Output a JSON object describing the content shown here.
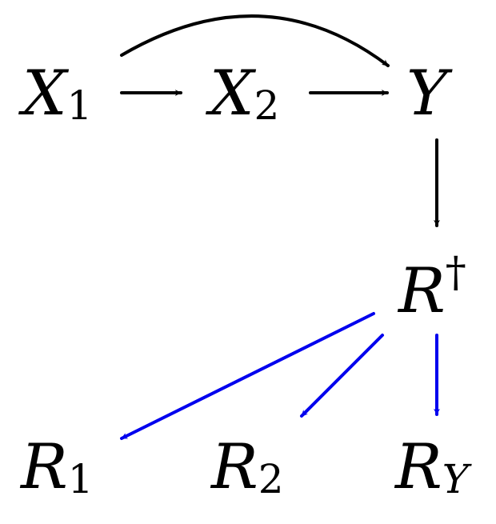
{
  "nodes": {
    "x1": {
      "main": "X",
      "sub": "1"
    },
    "x2": {
      "main": "X",
      "sub": "2"
    },
    "y": {
      "main": "Y"
    },
    "r_dagger": {
      "main": "R",
      "sup": "†"
    },
    "r1": {
      "main": "R",
      "sub": "1"
    },
    "r2": {
      "main": "R",
      "sub": "2"
    },
    "ry": {
      "main": "R",
      "sub": "Y"
    }
  },
  "colors": {
    "causal_edge": "#000000",
    "response_edge": "#0000ee"
  }
}
